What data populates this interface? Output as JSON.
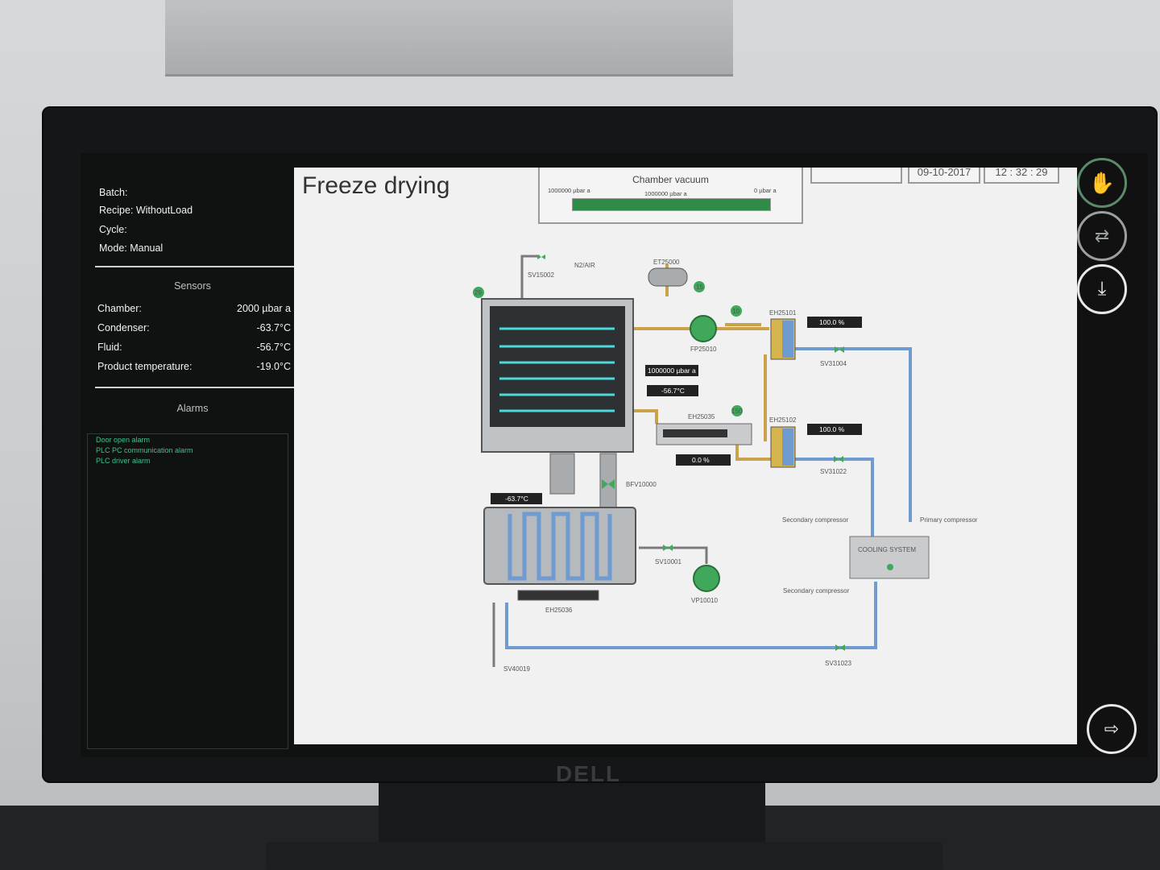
{
  "title": "Freeze drying",
  "info": {
    "batch": "Batch:",
    "recipe": "Recipe: WithoutLoad",
    "cycle": "Cycle:",
    "mode": "Mode: Manual"
  },
  "sensors": {
    "title": "Sensors",
    "rows": [
      {
        "label": "Chamber:",
        "value": "2000 µbar a"
      },
      {
        "label": "Condenser:",
        "value": "-63.7°C"
      },
      {
        "label": "Fluid:",
        "value": "-56.7°C"
      },
      {
        "label": "Product temperature:",
        "value": "-19.0°C"
      }
    ]
  },
  "alarms": {
    "title": "Alarms",
    "items": [
      "Door open alarm",
      "PLC PC communication alarm",
      "PLC driver alarm"
    ]
  },
  "vacuum": {
    "title": "Chamber vacuum",
    "left_label": "1000000 µbar a",
    "mid_label": "1000000 µbar a",
    "right_label": "0 µbar a",
    "fill_fraction": 1.0
  },
  "header": {
    "date": "09-10-2017",
    "time": "12 : 32 : 29"
  },
  "diagram": {
    "sv15002": "SV15002",
    "n2air": "N2/AIR",
    "et25000": "ET25000",
    "fp25010": "FP25010",
    "eh25101": "EH25101",
    "eh25102": "EH25102",
    "eh25035": "EH25035",
    "eh25036": "EH25036",
    "sv31004": "SV31004",
    "sv31022": "SV31022",
    "sv31023": "SV31023",
    "sv10001": "SV10001",
    "vp10010": "VP10010",
    "sv40019": "SV40019",
    "bfv10000": "BFV10000",
    "pct1": "100.0 %",
    "pct2": "100.0 %",
    "pct3": "0.0 %",
    "chamber_pressure": "1000000 µbar a",
    "fluid_temp": "-56.7°C",
    "cond_temp": "-63.7°C",
    "secondary1": "Secondary compressor",
    "primary": "Primary compressor",
    "secondary2": "Secondary compressor",
    "cooling": "COOLING SYSTEM",
    "s29": "29",
    "s15": "15",
    "s10": "10",
    "s150": "150"
  },
  "colors": {
    "accent": "#2e8b48",
    "pipe_gold": "#c9a24b",
    "pipe_blue": "#6f9bd1",
    "shelf": "#4fd8d8"
  }
}
